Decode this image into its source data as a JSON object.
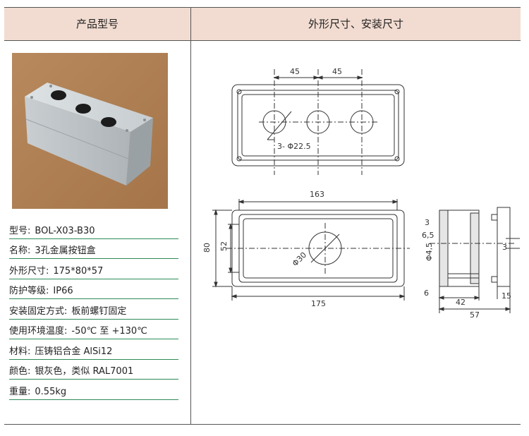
{
  "header": {
    "left_title": "产品型号",
    "right_title": "外形尺寸、安装尺寸"
  },
  "photo": {
    "icon": "push-button-box-photo"
  },
  "specs": [
    {
      "key": "型号:",
      "value": "BOL-X03-B30"
    },
    {
      "key": "名称:",
      "value": "3孔金属按钮盒"
    },
    {
      "key": "外形尺寸:",
      "value": "175*80*57"
    },
    {
      "key": "防护等级:",
      "value": "IP66"
    },
    {
      "key": "安装固定方式:",
      "value": "板前螺钉固定"
    },
    {
      "key": "使用环境温度:",
      "value": "-50℃ 至 +130℃"
    },
    {
      "key": "材料:",
      "value": "压铸铝合金  AlSi12"
    },
    {
      "key": "颜色:",
      "value": "银灰色，类似  RAL7001"
    },
    {
      "key": "重量:",
      "value": "0.55kg"
    }
  ],
  "drawing": {
    "top_view": {
      "dim_left": "45",
      "dim_right": "45",
      "hole_label": "3- Φ22.5"
    },
    "front_view": {
      "width_inner": "163",
      "width_outer": "175",
      "height_outer": "80",
      "height_inner": "52",
      "hole_label": "Φ30"
    },
    "side_view": {
      "d3": "3",
      "d65": "6,5",
      "dphi": "Φ4,5",
      "d3r": "3",
      "d6": "6",
      "d42": "42",
      "d15": "15",
      "d57": "57"
    }
  }
}
